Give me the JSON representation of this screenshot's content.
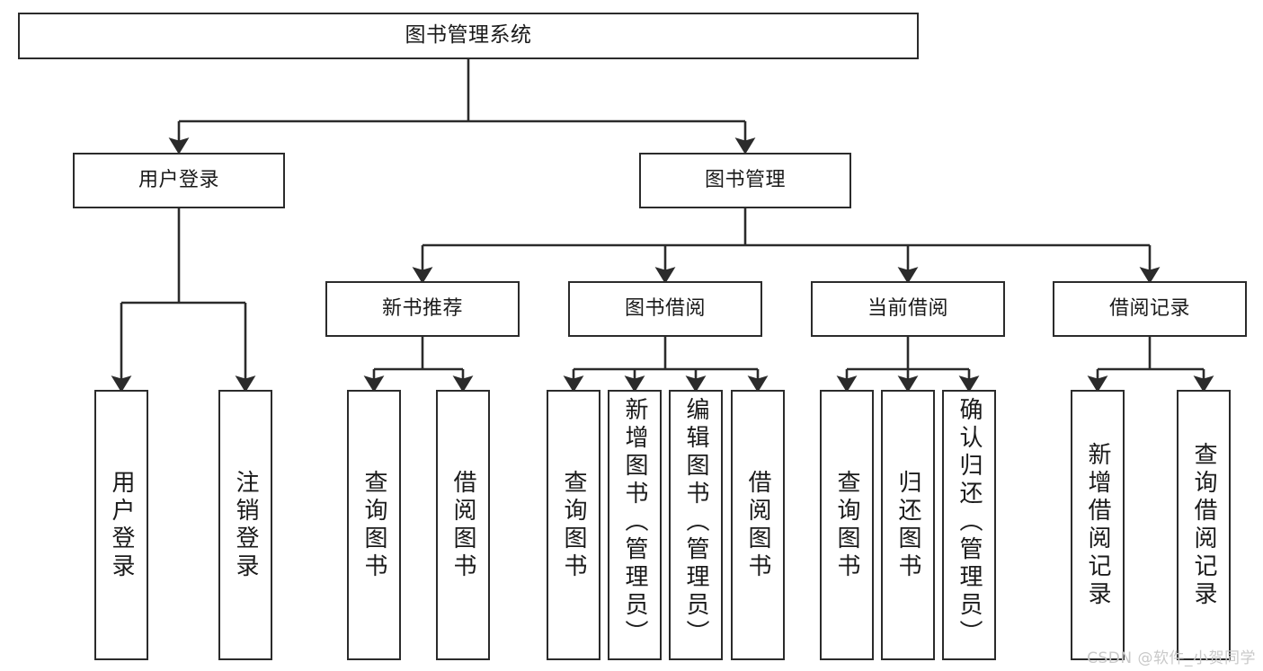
{
  "diagram": {
    "title": "图书管理系统",
    "watermark": "CSDN @软件_小贺同学",
    "levels": {
      "root": "图书管理系统",
      "level2": [
        "用户登录",
        "图书管理"
      ],
      "level3": [
        "新书推荐",
        "图书借阅",
        "当前借阅",
        "借阅记录"
      ]
    },
    "nodes": {
      "root": "图书管理系统",
      "user_login": "用户登录",
      "book_manage": "图书管理",
      "new_book_rec": "新书推荐",
      "book_borrow": "图书借阅",
      "current_borrow": "当前借阅",
      "borrow_record": "借阅记录",
      "leaf_user_login": "用户登录",
      "leaf_logout": "注销登录",
      "leaf_query_book_1": "查询图书",
      "leaf_borrow_book_1": "借阅图书",
      "leaf_query_book_2": "查询图书",
      "leaf_add_book_admin": "新增图书（管理员）",
      "leaf_edit_book_admin": "编辑图书（管理员）",
      "leaf_borrow_book_2": "借阅图书",
      "leaf_query_book_3": "查询图书",
      "leaf_return_book": "归还图书",
      "leaf_confirm_return_admin": "确认归还（管理员）",
      "leaf_add_record": "新增借阅记录",
      "leaf_query_record": "查询借阅记录"
    },
    "colors": {
      "stroke": "#2b2b2b",
      "fill": "#ffffff",
      "text": "#1a1a1a",
      "watermark": "#c9c9c9"
    }
  },
  "chart_data": {
    "type": "tree-diagram",
    "title": "图书管理系统",
    "orientation": "top-down",
    "edges": [
      {
        "from": "图书管理系统",
        "to": "用户登录"
      },
      {
        "from": "图书管理系统",
        "to": "图书管理"
      },
      {
        "from": "用户登录",
        "to": "用户登录"
      },
      {
        "from": "用户登录",
        "to": "注销登录"
      },
      {
        "from": "图书管理",
        "to": "新书推荐"
      },
      {
        "from": "图书管理",
        "to": "图书借阅"
      },
      {
        "from": "图书管理",
        "to": "当前借阅"
      },
      {
        "from": "图书管理",
        "to": "借阅记录"
      },
      {
        "from": "新书推荐",
        "to": "查询图书"
      },
      {
        "from": "新书推荐",
        "to": "借阅图书"
      },
      {
        "from": "图书借阅",
        "to": "查询图书"
      },
      {
        "from": "图书借阅",
        "to": "新增图书（管理员）"
      },
      {
        "from": "图书借阅",
        "to": "编辑图书（管理员）"
      },
      {
        "from": "图书借阅",
        "to": "借阅图书"
      },
      {
        "from": "当前借阅",
        "to": "查询图书"
      },
      {
        "from": "当前借阅",
        "to": "归还图书"
      },
      {
        "from": "当前借阅",
        "to": "确认归还（管理员）"
      },
      {
        "from": "借阅记录",
        "to": "新增借阅记录"
      },
      {
        "from": "借阅记录",
        "to": "查询借阅记录"
      }
    ]
  }
}
